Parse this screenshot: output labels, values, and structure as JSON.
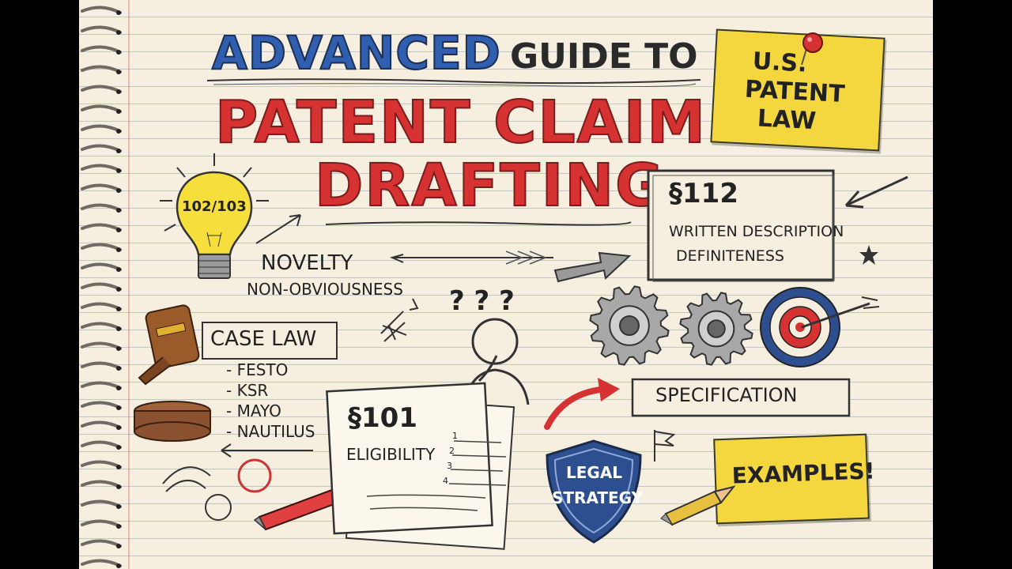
{
  "title": {
    "line1_a": "ADVANCED",
    "line1_b": "GUIDE TO",
    "line2": "PATENT CLAIM",
    "line3": "DRAFTING"
  },
  "sticky_note": {
    "lines": [
      "U.S.",
      "PATENT",
      "LAW"
    ]
  },
  "bulb": {
    "label": "102/103"
  },
  "novelty": {
    "line1": "NOVELTY",
    "line2": "NON-OBVIOUSNESS"
  },
  "section112": {
    "heading": "§112",
    "line1": "WRITTEN DESCRIPTION",
    "line2": "DEFINITENESS"
  },
  "case_law": {
    "heading": "CASE LAW",
    "items": [
      "- FESTO",
      "- KSR",
      "- MAYO",
      "- NAUTILUS"
    ]
  },
  "thinker": {
    "marks": "? ? ?"
  },
  "section101": {
    "heading": "§101",
    "label": "ELIGIBILITY",
    "list_numbers": [
      "1",
      "2",
      "3",
      "4"
    ]
  },
  "specification": {
    "label": "SPECIFICATION"
  },
  "shield": {
    "line1": "LEGAL",
    "line2": "STRATEGY"
  },
  "examples": {
    "label": "EXAMPLES!"
  },
  "colors": {
    "paper": "#f6efe0",
    "blue_title": "#2f5fae",
    "red_title": "#d63232",
    "sticky_yellow": "#f4d73f",
    "shield_blue": "#2e4f8f",
    "target_red": "#d63232"
  },
  "icons": [
    "spiral-binding-icon",
    "light-bulb-icon",
    "gavel-icon",
    "gear-icon",
    "target-icon",
    "arrow-icon",
    "shield-icon",
    "pencil-icon",
    "pushpin-icon",
    "thinking-person-icon",
    "flag-icon",
    "star-icon"
  ]
}
